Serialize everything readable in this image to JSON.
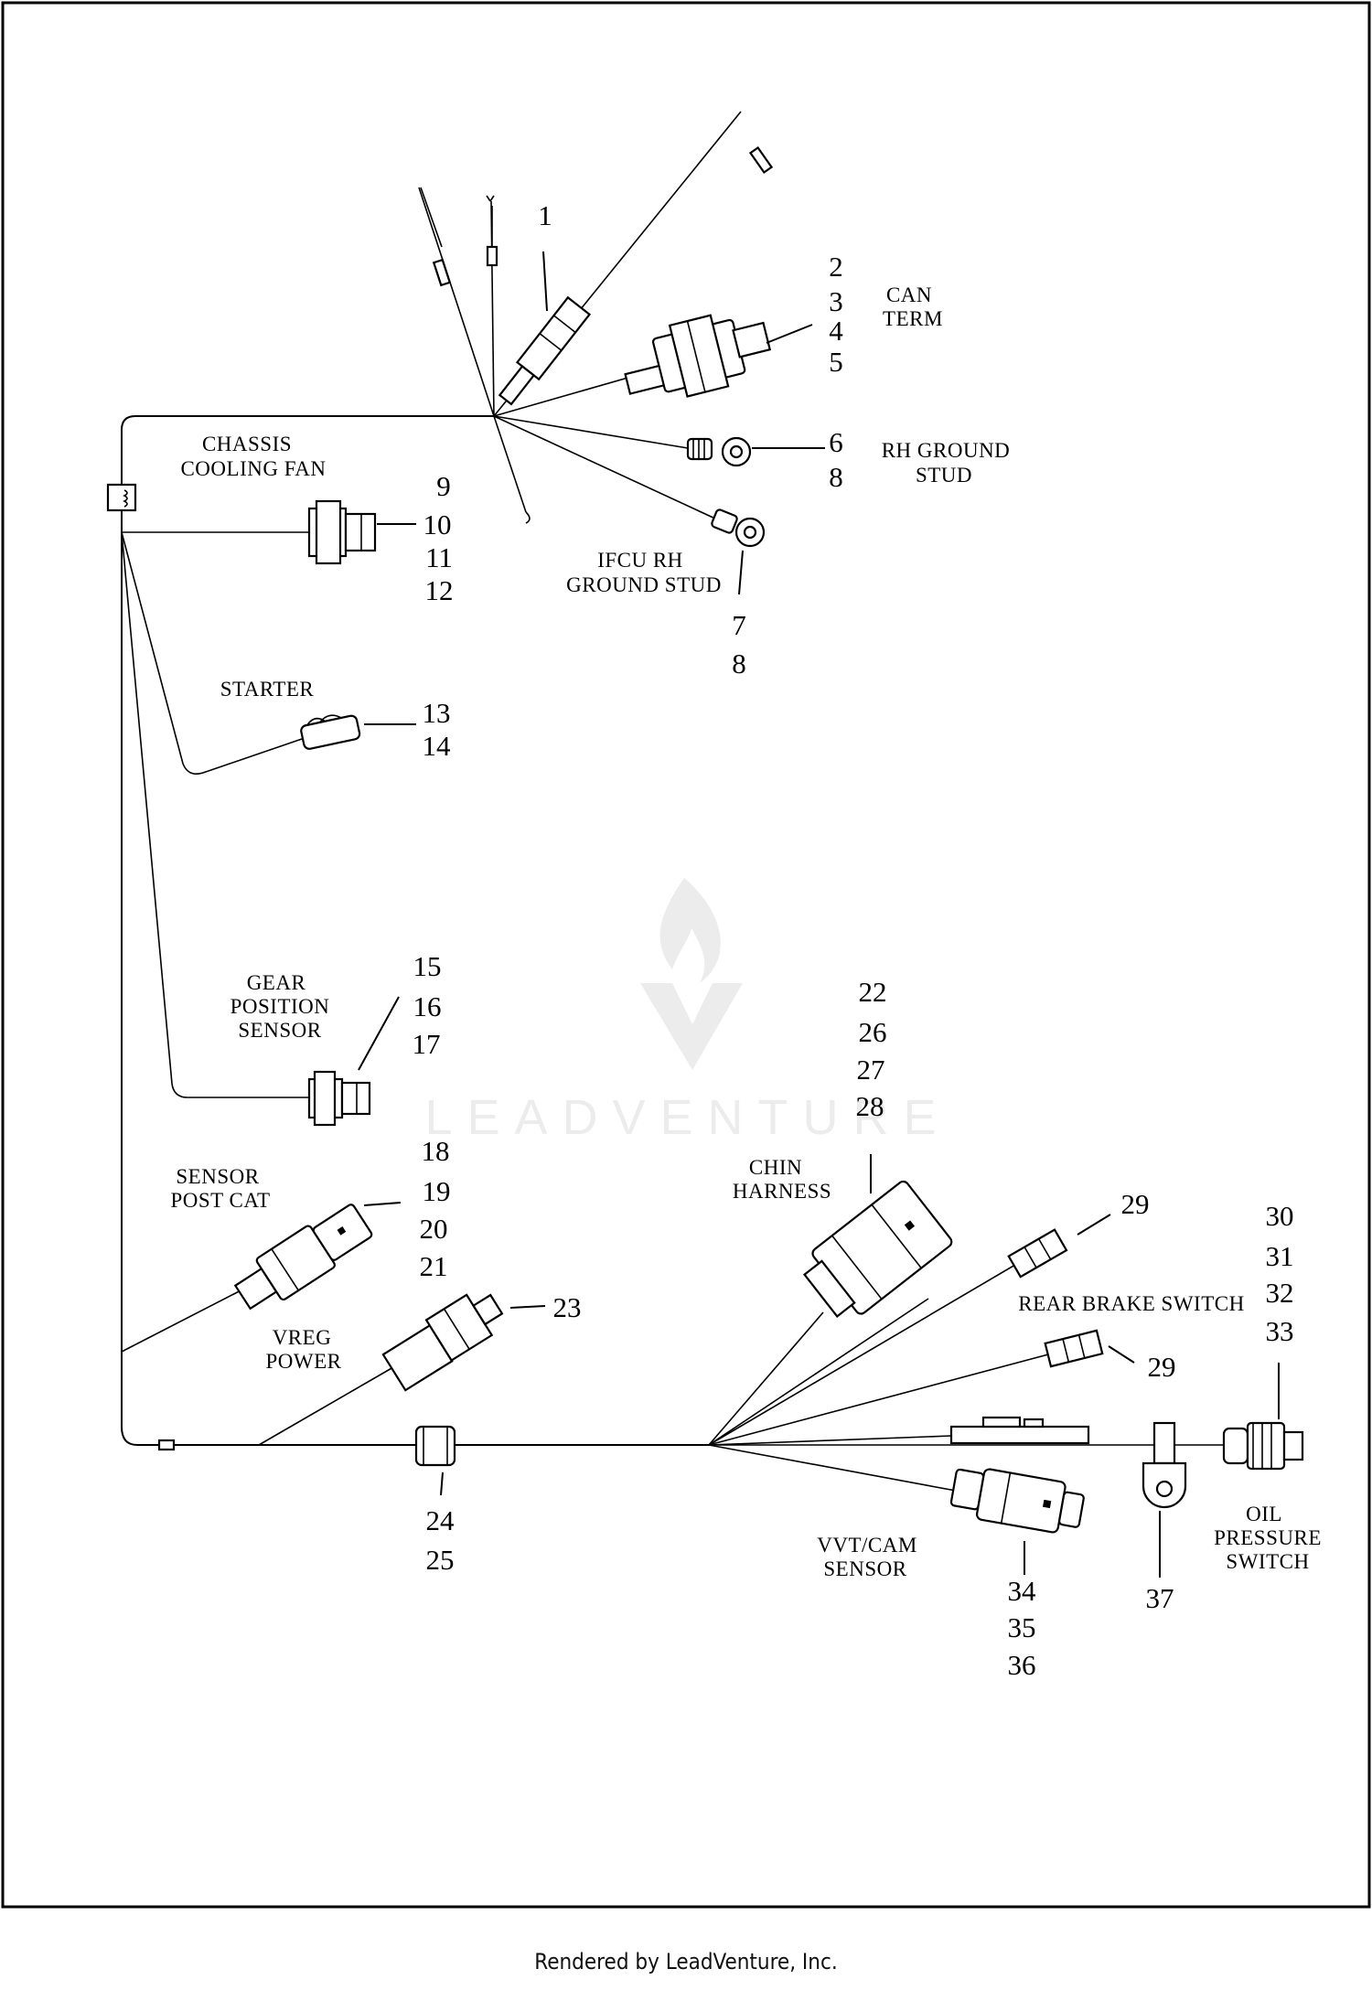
{
  "watermark": {
    "text": "LEADVENTURE"
  },
  "footer": {
    "text": "Rendered by LeadVenture, Inc."
  },
  "labels": {
    "can_term": [
      "CAN",
      "TERM"
    ],
    "chassis_cooling_fan": [
      "CHASSIS",
      "COOLING FAN"
    ],
    "rh_ground_stud": [
      "RH GROUND",
      "STUD"
    ],
    "ifcu_rh_ground_stud": [
      "IFCU RH",
      "GROUND STUD"
    ],
    "starter": [
      "STARTER"
    ],
    "gear_position_sensor": [
      "GEAR",
      "POSITION",
      "SENSOR"
    ],
    "sensor_post_cat": [
      "SENSOR",
      "POST CAT"
    ],
    "vreg_power": [
      "VREG",
      "POWER"
    ],
    "chin_harness": [
      "CHIN",
      "HARNESS"
    ],
    "rear_brake_switch": [
      "REAR BRAKE SWITCH"
    ],
    "vvt_cam_sensor": [
      "VVT/CAM",
      "SENSOR"
    ],
    "oil_pressure_switch": [
      "OIL",
      "PRESSURE",
      "SWITCH"
    ]
  },
  "callouts": {
    "c1": [
      "1"
    ],
    "c2": [
      "2",
      "3",
      "4",
      "5"
    ],
    "c6": [
      "6",
      "8"
    ],
    "c7": [
      "7",
      "8"
    ],
    "c9": [
      "9",
      "10",
      "11",
      "12"
    ],
    "c13": [
      "13",
      "14"
    ],
    "c15": [
      "15",
      "16",
      "17"
    ],
    "c18": [
      "18",
      "19",
      "20",
      "21"
    ],
    "c22": [
      "22",
      "26",
      "27",
      "28"
    ],
    "c23": [
      "23"
    ],
    "c24": [
      "24",
      "25"
    ],
    "c29a": [
      "29"
    ],
    "c29b": [
      "29"
    ],
    "c30": [
      "30",
      "31",
      "32",
      "33"
    ],
    "c34": [
      "34",
      "35",
      "36"
    ],
    "c37": [
      "37"
    ]
  }
}
